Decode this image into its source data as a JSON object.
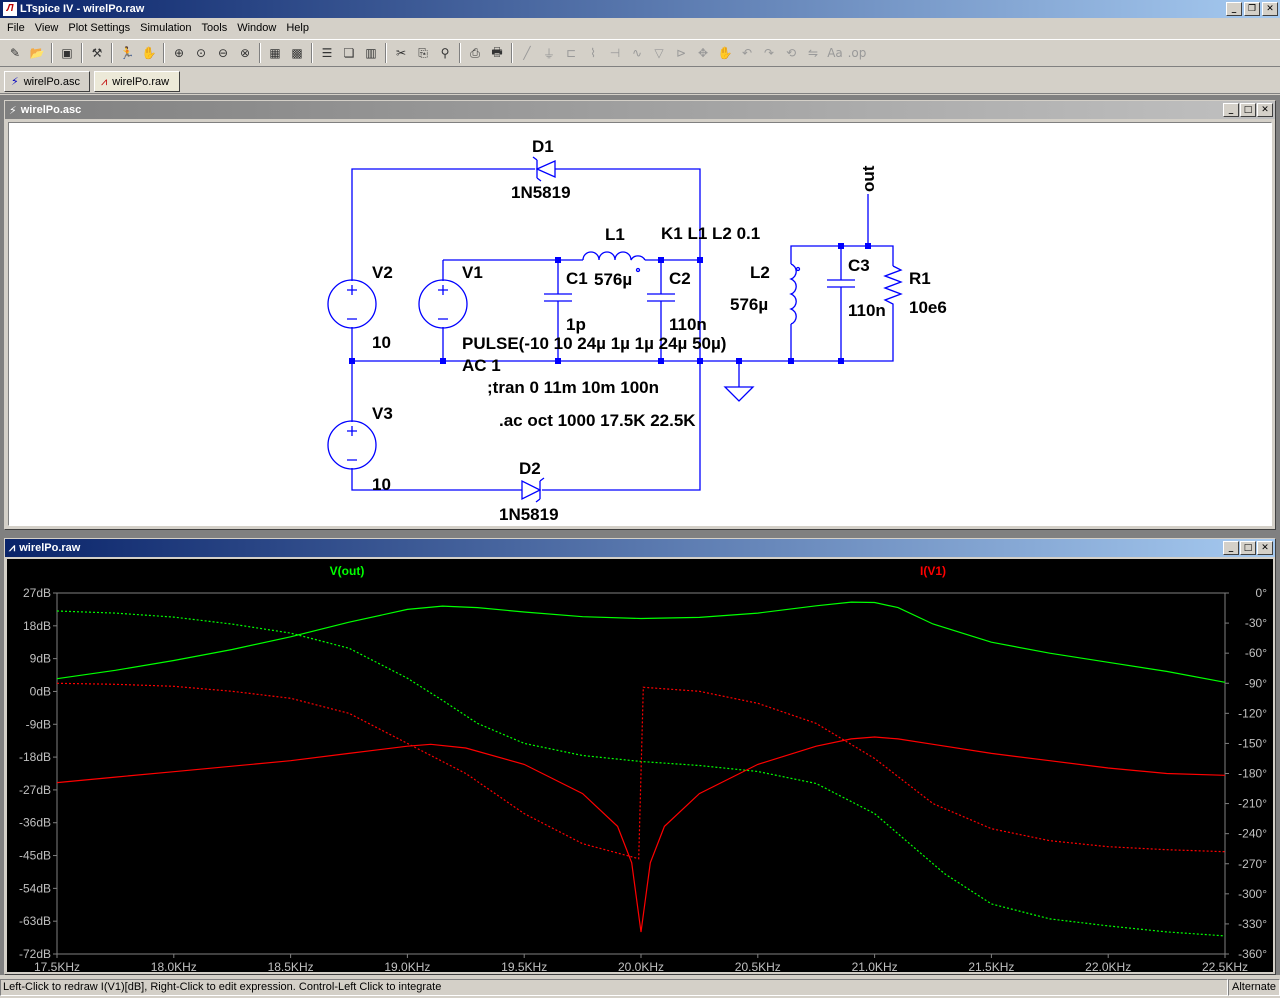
{
  "window": {
    "title": "LTspice IV - wirelPo.raw",
    "app_icon": "ltspice-icon"
  },
  "menu": [
    "File",
    "View",
    "Plot Settings",
    "Simulation",
    "Tools",
    "Window",
    "Help"
  ],
  "tabs": [
    {
      "label": "wirelPo.asc",
      "icon": "schematic-icon"
    },
    {
      "label": "wirelPo.raw",
      "icon": "waveform-icon"
    }
  ],
  "schematic": {
    "title": "wirelPo.asc",
    "labels": {
      "d1": "D1",
      "d1_model": "1N5819",
      "d2": "D2",
      "d2_model": "1N5819",
      "v1": "V1",
      "v1_value": "PULSE(-10 10 24µ 1µ 1µ 24µ 50µ)",
      "v1_ac": "AC 1",
      "v2": "V2",
      "v2_value": "10",
      "v3": "V3",
      "v3_value": "10",
      "c1": "C1",
      "c1_value": "1p",
      "l1": "L1",
      "l1_value": "576µ",
      "c2": "C2",
      "c2_value": "110n",
      "k1": "K1 L1 L2 0.1",
      "l2": "L2",
      "l2_value": "576µ",
      "c3": "C3",
      "c3_value": "110n",
      "r1": "R1",
      "r1_value": "10e6",
      "net_out": "out",
      "tran": ";tran 0 11m 10m 100n",
      "ac": ".ac oct 1000 17.5K 22.5K"
    }
  },
  "plot": {
    "title": "wirelPo.raw",
    "traces": [
      {
        "name": "V(out)",
        "color": "#00ff00"
      },
      {
        "name": "I(V1)",
        "color": "#ff0000"
      }
    ],
    "yticks_left": [
      "27dB",
      "18dB",
      "9dB",
      "0dB",
      "-9dB",
      "-18dB",
      "-27dB",
      "-36dB",
      "-45dB",
      "-54dB",
      "-63dB",
      "-72dB"
    ],
    "yticks_right": [
      "0°",
      "-30°",
      "-60°",
      "-90°",
      "-120°",
      "-150°",
      "-180°",
      "-210°",
      "-240°",
      "-270°",
      "-300°",
      "-330°",
      "-360°"
    ],
    "xticks": [
      "17.5KHz",
      "18.0KHz",
      "18.5KHz",
      "19.0KHz",
      "19.5KHz",
      "20.0KHz",
      "20.5KHz",
      "21.0KHz",
      "21.5KHz",
      "22.0KHz",
      "22.5KHz"
    ]
  },
  "chart_data": {
    "type": "line",
    "xlabel": "",
    "ylabel": "",
    "x_unit": "KHz",
    "xlim": [
      17.5,
      22.5
    ],
    "ylim_left_dB": [
      -72,
      27
    ],
    "ylim_right_deg": [
      -360,
      0
    ],
    "grid": false,
    "series": [
      {
        "name": "V(out)",
        "quantity": "magnitude_dB",
        "line": "solid",
        "color": "#00ff00",
        "x": [
          17.5,
          17.75,
          18.0,
          18.25,
          18.5,
          18.75,
          19.0,
          19.15,
          19.3,
          19.5,
          19.75,
          20.0,
          20.25,
          20.5,
          20.75,
          20.9,
          21.0,
          21.1,
          21.25,
          21.5,
          21.75,
          22.0,
          22.25,
          22.5
        ],
        "y": [
          3.5,
          5.8,
          8.5,
          11.5,
          15.0,
          19.0,
          22.5,
          23.4,
          23.0,
          21.8,
          20.5,
          20.0,
          20.3,
          21.5,
          23.5,
          24.5,
          24.4,
          23.0,
          18.5,
          13.5,
          10.5,
          8.0,
          5.5,
          2.5
        ]
      },
      {
        "name": "V(out)",
        "quantity": "phase_deg",
        "line": "dotted",
        "color": "#00ff00",
        "x": [
          17.5,
          17.75,
          18.0,
          18.25,
          18.5,
          18.75,
          19.0,
          19.15,
          19.3,
          19.5,
          19.75,
          20.0,
          20.25,
          20.5,
          20.75,
          21.0,
          21.15,
          21.3,
          21.5,
          21.75,
          22.0,
          22.25,
          22.5
        ],
        "y": [
          -18,
          -20,
          -24,
          -31,
          -40,
          -55,
          -85,
          -107,
          -130,
          -150,
          -162,
          -168,
          -172,
          -178,
          -190,
          -220,
          -250,
          -280,
          -310,
          -325,
          -332,
          -338,
          -342
        ]
      },
      {
        "name": "I(V1)",
        "quantity": "magnitude_dB",
        "line": "solid",
        "color": "#ff0000",
        "x": [
          17.5,
          17.75,
          18.0,
          18.25,
          18.5,
          18.75,
          19.0,
          19.1,
          19.25,
          19.5,
          19.75,
          19.9,
          19.96,
          20.0,
          20.04,
          20.1,
          20.25,
          20.5,
          20.75,
          20.9,
          21.0,
          21.1,
          21.25,
          21.5,
          21.75,
          22.0,
          22.25,
          22.5
        ],
        "y": [
          -25,
          -23.5,
          -22,
          -20.5,
          -19,
          -17,
          -15,
          -14.5,
          -15.5,
          -20,
          -28,
          -37,
          -47,
          -66,
          -47,
          -37,
          -28,
          -20,
          -15,
          -13,
          -12.5,
          -13,
          -14.5,
          -17,
          -19,
          -21,
          -22.5,
          -23
        ]
      },
      {
        "name": "I(V1)",
        "quantity": "phase_deg",
        "line": "dotted",
        "color": "#ff0000",
        "x": [
          17.5,
          17.75,
          18.0,
          18.25,
          18.5,
          18.75,
          19.0,
          19.25,
          19.5,
          19.75,
          19.99,
          20.0,
          20.01,
          20.25,
          20.5,
          20.75,
          21.0,
          21.25,
          21.5,
          21.75,
          22.0,
          22.25,
          22.5
        ],
        "y": [
          -90,
          -91,
          -93,
          -98,
          -105,
          -120,
          -150,
          -180,
          -220,
          -250,
          -265,
          -180,
          -94,
          -98,
          -110,
          -130,
          -165,
          -210,
          -235,
          -247,
          -253,
          -256,
          -258
        ]
      }
    ]
  },
  "status": {
    "text": "Left-Click to redraw I(V1)[dB],  Right-Click to edit expression. Control-Left Click to integrate",
    "mode": "Alternate"
  }
}
